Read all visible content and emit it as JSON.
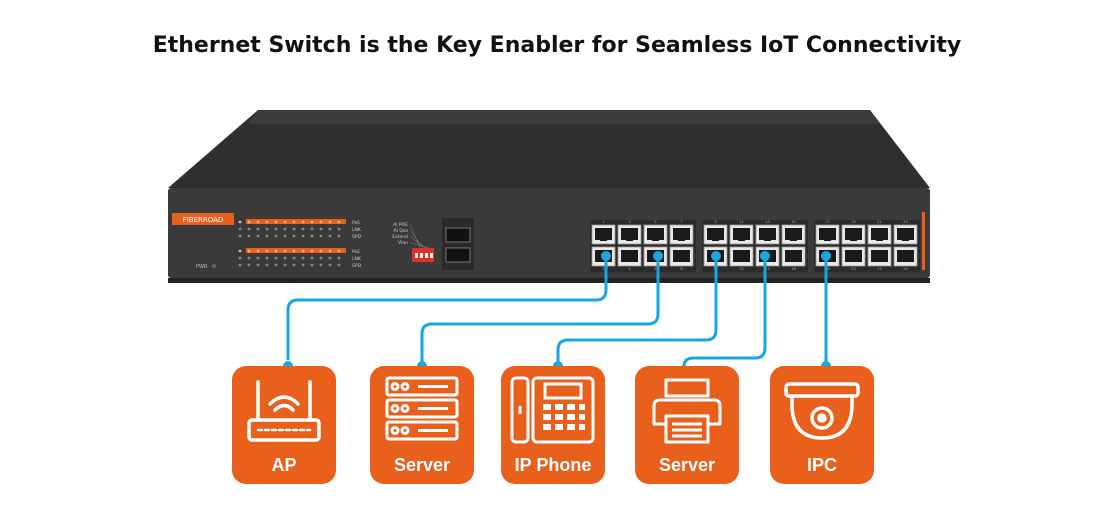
{
  "title": "Ethernet Switch is the Key Enabler for Seamless IoT Connectivity",
  "colors": {
    "accent": "#e8601c",
    "connector": "#1aa7e0",
    "panel": "#3a3a3a",
    "panel_top": "#2a2a2a"
  },
  "switch": {
    "brand": "FIBERROAD",
    "pwr_label": "PWR",
    "led_rows": [
      {
        "label": "PoE"
      },
      {
        "label": "LNK"
      },
      {
        "label": "SPD"
      }
    ],
    "dip_labels": [
      "AI POE",
      "AI Qos",
      "Extend",
      "Vlan"
    ],
    "port_numbers_top": [
      "1",
      "3",
      "5",
      "7",
      "9",
      "11",
      "13",
      "15",
      "17",
      "19",
      "21",
      "23"
    ],
    "port_numbers_bottom": [
      "2",
      "4",
      "6",
      "8",
      "10",
      "12",
      "14",
      "16",
      "18",
      "20",
      "22",
      "24"
    ]
  },
  "devices": [
    {
      "label": "AP",
      "icon": "wifi-router-icon"
    },
    {
      "label": "Server",
      "icon": "server-icon"
    },
    {
      "label": "IP Phone",
      "icon": "ip-phone-icon"
    },
    {
      "label": "Server",
      "icon": "printer-icon"
    },
    {
      "label": "IPC",
      "icon": "dome-camera-icon"
    }
  ]
}
